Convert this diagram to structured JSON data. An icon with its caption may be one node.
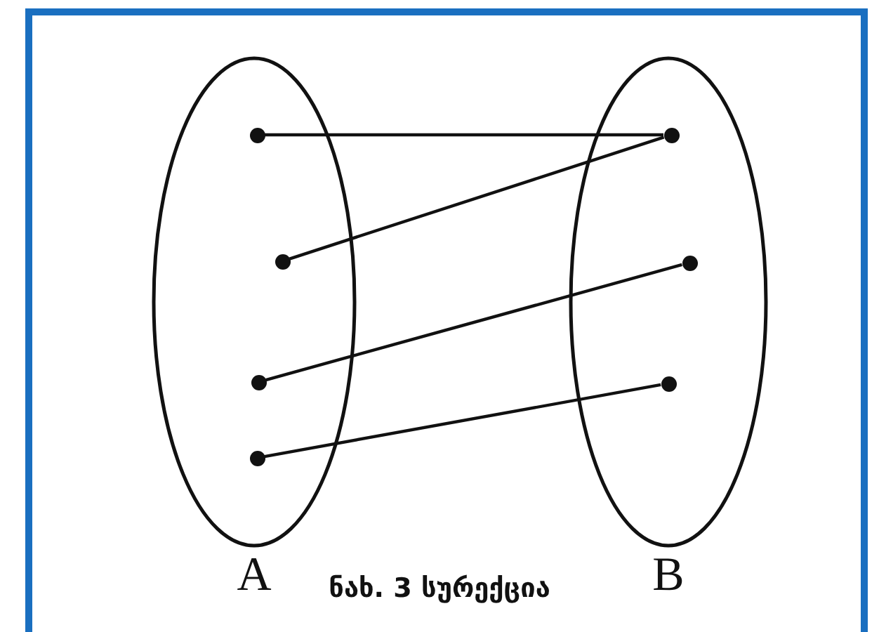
{
  "diagram": {
    "caption": "ნახ. 3 სურექცია",
    "nodes": [
      {
        "text": [
          "A"
        ]
      },
      {
        "text": [],
        "shape": "circle",
        "in": 0
      },
      {
        "text": [],
        "shape": "circle",
        "in": 0
      },
      {
        "text": [],
        "shape": "circle",
        "in": 0
      },
      {
        "text": [],
        "shape": "circle",
        "in": 0
      },
      {
        "text": [
          "B"
        ]
      },
      {
        "text": [],
        "shape": "circle",
        "in": 5
      },
      {
        "text": [],
        "shape": "circle",
        "in": 5
      },
      {
        "text": [],
        "shape": "circle",
        "in": 5
      }
    ],
    "edges": [
      {
        "from": 1,
        "to": 6,
        "arrow": "none"
      },
      {
        "from": 2,
        "to": 6,
        "arrow": "none"
      },
      {
        "from": 3,
        "to": 7,
        "arrow": "none"
      },
      {
        "from": 4,
        "to": 8,
        "arrow": "none"
      }
    ]
  }
}
